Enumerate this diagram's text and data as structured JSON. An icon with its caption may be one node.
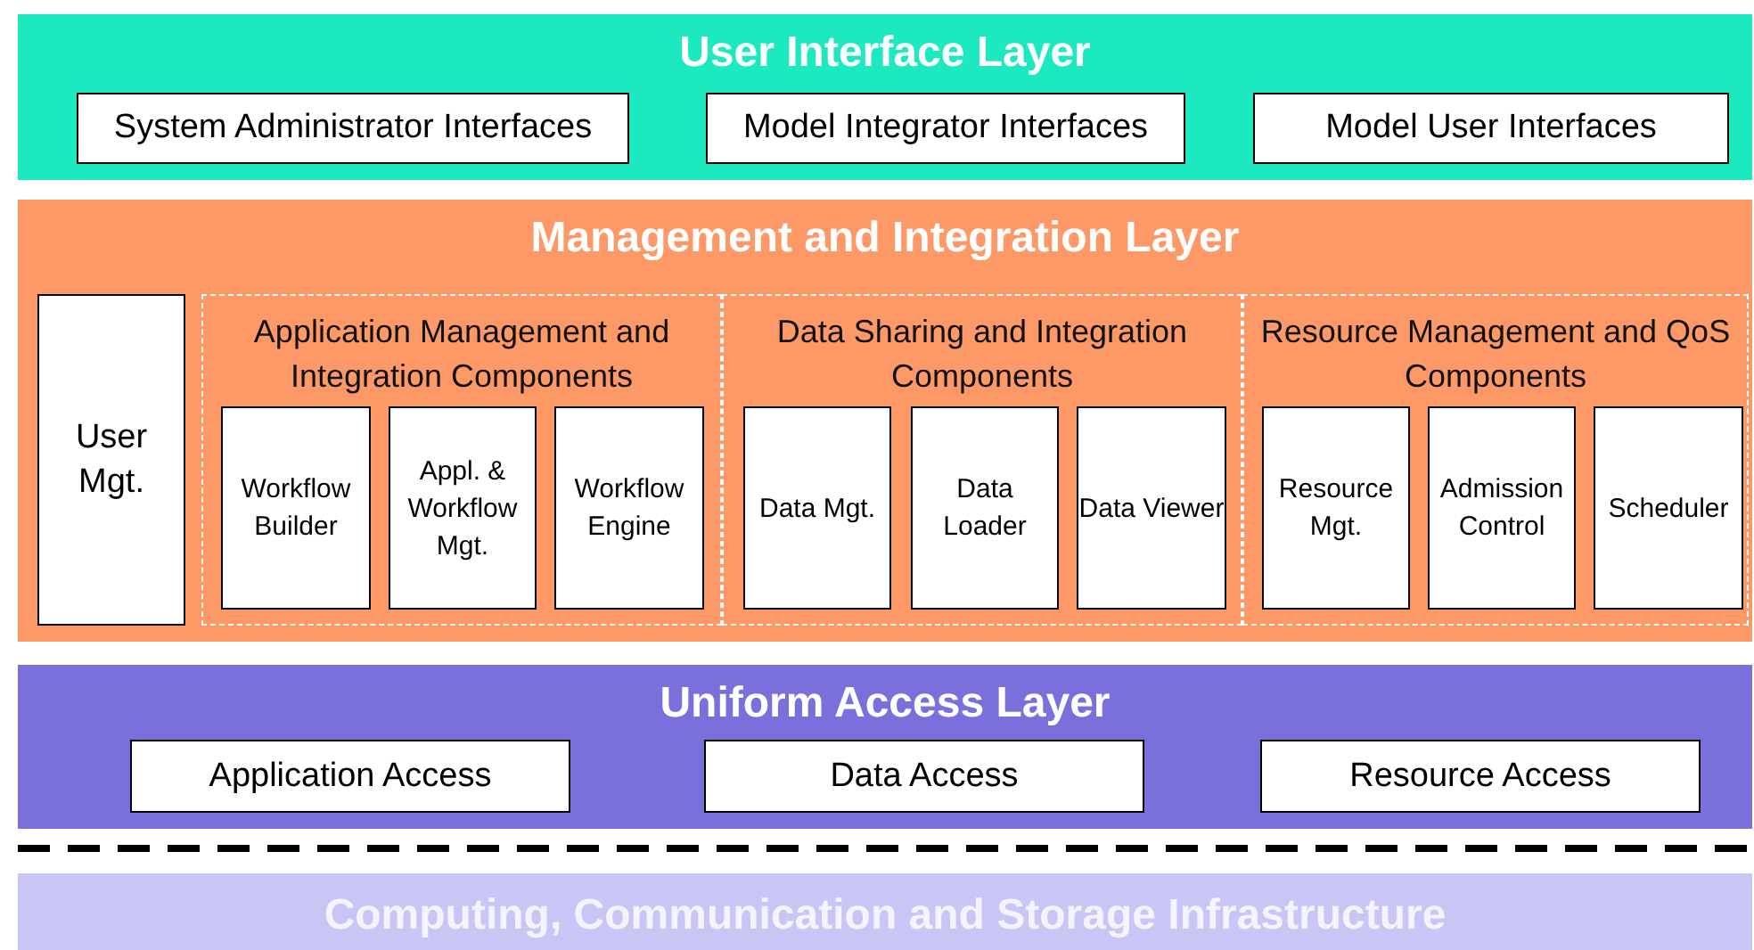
{
  "diagram": {
    "nodes": [
      {
        "text": [
          "User Interface Layer"
        ]
      },
      {
        "text": [
          "System Administrator Interfaces"
        ],
        "in": 0
      },
      {
        "text": [
          "Model Integrator Interfaces"
        ],
        "in": 0
      },
      {
        "text": [
          "Model User Interfaces"
        ],
        "in": 0
      },
      {
        "text": [
          "Management and Integration Layer"
        ]
      },
      {
        "text": [
          "User Mgt."
        ],
        "in": 4
      },
      {
        "text": [
          "Application Management and Integration Components"
        ],
        "in": 4
      },
      {
        "text": [
          "Workflow Builder"
        ],
        "in": 6
      },
      {
        "text": [
          "Appl. & Workflow Mgt."
        ],
        "in": 6
      },
      {
        "text": [
          "Workflow Engine"
        ],
        "in": 6
      },
      {
        "text": [
          "Data Sharing and Integration Components"
        ],
        "in": 4
      },
      {
        "text": [
          "Data Mgt."
        ],
        "in": 10
      },
      {
        "text": [
          "Data Loader"
        ],
        "in": 10
      },
      {
        "text": [
          "Data Viewer"
        ],
        "in": 10
      },
      {
        "text": [
          "Resource Management and QoS Components"
        ],
        "in": 4
      },
      {
        "text": [
          "Resource Mgt."
        ],
        "in": 14
      },
      {
        "text": [
          "Admission Control"
        ],
        "in": 14
      },
      {
        "text": [
          "Scheduler"
        ],
        "in": 14
      },
      {
        "text": [
          "Uniform Access Layer"
        ]
      },
      {
        "text": [
          "Application Access"
        ],
        "in": 18
      },
      {
        "text": [
          "Data Access"
        ],
        "in": 18
      },
      {
        "text": [
          "Resource Access"
        ],
        "in": 18
      },
      {
        "text": [
          "Computing, Communication and Storage Infrastructure"
        ]
      }
    ]
  }
}
